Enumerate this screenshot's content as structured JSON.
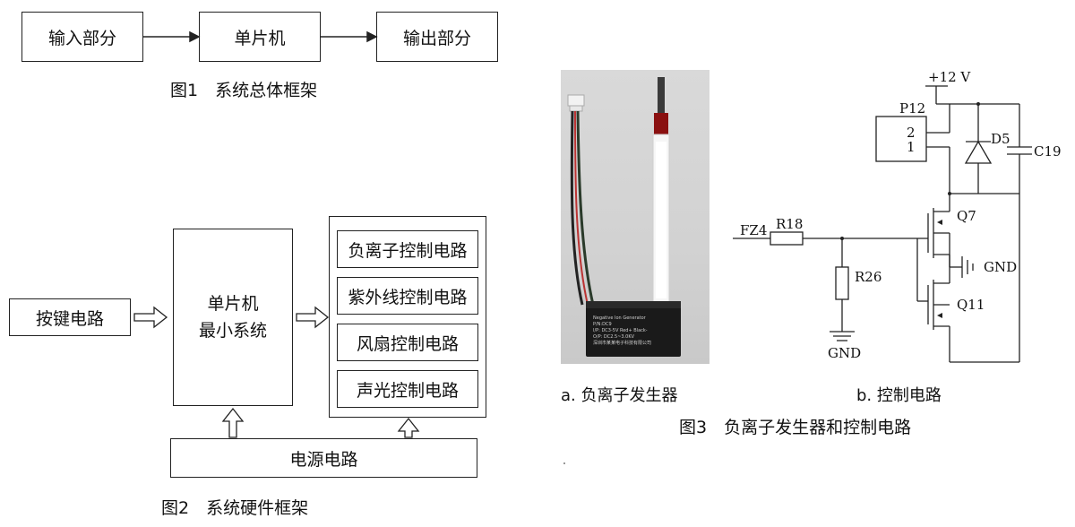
{
  "fig1": {
    "boxes": [
      "输入部分",
      "单片机",
      "输出部分"
    ],
    "caption": "图1　系统总体框架"
  },
  "fig2": {
    "keypad": "按键电路",
    "mcu_line1": "单片机",
    "mcu_line2": "最小系统",
    "outputs": [
      "负离子控制电路",
      "紫外线控制电路",
      "风扇控制电路",
      "声光控制电路"
    ],
    "power": "电源电路",
    "caption": "图2　系统硬件框架"
  },
  "fig3": {
    "sub_a": "a. 负离子发生器",
    "sub_b": "b. 控制电路",
    "caption": "图3　负离子发生器和控制电路",
    "photo_label_lines": [
      "Negative Ion Generator",
      "P/N:DC9",
      "I/P: DC3-5V Red+ Black-",
      "O/P: DC2.5~3.0KV",
      "深圳市某某电子科技有限公司"
    ],
    "circuit_labels": {
      "vcc": "+12 V",
      "p12": "P12",
      "pin2": "2",
      "pin1": "1",
      "d5": "D5",
      "c19": "C19",
      "q7": "Q7",
      "fz4": "FZ4",
      "r18": "R18",
      "gnd_right": "GND",
      "r26": "R26",
      "q11": "Q11",
      "gnd_bottom": "GND"
    }
  }
}
